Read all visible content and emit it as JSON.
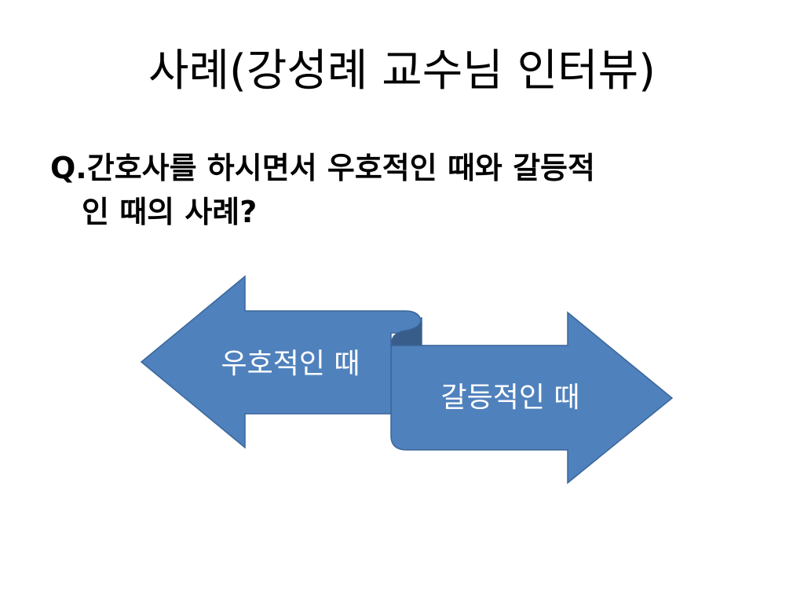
{
  "slide": {
    "title": "사례(강성례 교수님 인터뷰)",
    "question_line1": "Q.간호사를 하시면서 우호적인 때와 갈등적",
    "question_line2": "인 때의 사례?"
  },
  "diagram": {
    "left_arrow_label": "우호적인 때",
    "right_arrow_label": "갈등적인 때",
    "colors": {
      "arrow_fill": "#4F81BD",
      "arrow_fold": "#385D8A",
      "arrow_stroke": "#3A6699",
      "label": "#FFFFFF"
    }
  }
}
